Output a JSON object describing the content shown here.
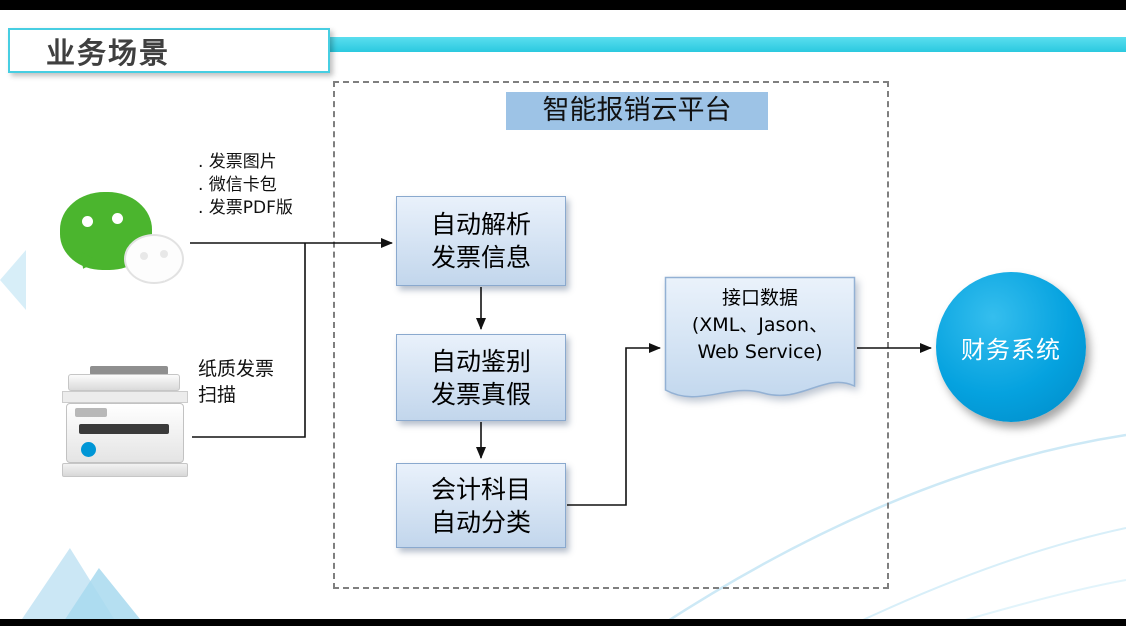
{
  "slide": {
    "title": "业务场景",
    "platform_title": "智能报销云平台"
  },
  "inputs": {
    "wechat_bullets": [
      ". 发票图片",
      ". 微信卡包",
      ". 发票PDF版"
    ],
    "scanner_line1": "纸质发票",
    "scanner_line2": "扫描"
  },
  "process": {
    "steps": [
      {
        "line1": "自动解析",
        "line2": "发票信息"
      },
      {
        "line1": "自动鉴别",
        "line2": "发票真假"
      },
      {
        "line1": "会计科目",
        "line2": "自动分类"
      }
    ]
  },
  "output": {
    "line1": "接口数据",
    "line2": "(XML、Jason、",
    "line3": "Web Service)"
  },
  "target": {
    "label": "财务系统"
  },
  "icons": {
    "wechat": "wechat-icon",
    "printer": "printer-scanner-image",
    "brand_roundel": "hp-logo"
  },
  "colors": {
    "accent_cyan": "#3CD2E8",
    "platform_title_bg": "#9DC3E6",
    "process_box_fill": "#C9DCEF",
    "process_box_border": "#8AA9CE",
    "finance_circle": "#00A0DE",
    "wechat_green": "#4BB52E"
  }
}
